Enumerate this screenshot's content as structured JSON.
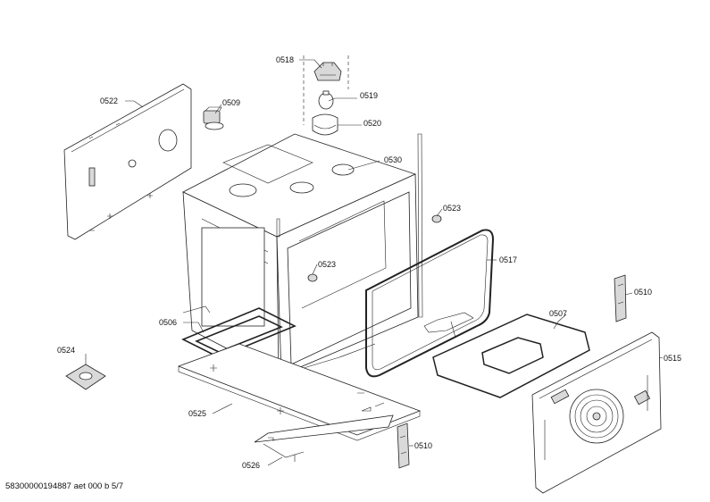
{
  "parts": [
    {
      "id": "p0518",
      "label": "0518"
    },
    {
      "id": "p0509",
      "label": "0509"
    },
    {
      "id": "p0519",
      "label": "0519"
    },
    {
      "id": "p0522",
      "label": "0522"
    },
    {
      "id": "p0520",
      "label": "0520"
    },
    {
      "id": "p0530",
      "label": "0530"
    },
    {
      "id": "p0523a",
      "label": "0523"
    },
    {
      "id": "p0523b",
      "label": "0523"
    },
    {
      "id": "p0517",
      "label": "0517"
    },
    {
      "id": "p0510a",
      "label": "0510"
    },
    {
      "id": "p0506",
      "label": "0506"
    },
    {
      "id": "p0507",
      "label": "0507"
    },
    {
      "id": "p0524",
      "label": "0524"
    },
    {
      "id": "p0515",
      "label": "0515"
    },
    {
      "id": "p0525",
      "label": "0525"
    },
    {
      "id": "p0510b",
      "label": "0510"
    },
    {
      "id": "p0526",
      "label": "0526"
    }
  ],
  "footer": {
    "doc_ref": "58300000194887 aet 000 b 5/7"
  }
}
